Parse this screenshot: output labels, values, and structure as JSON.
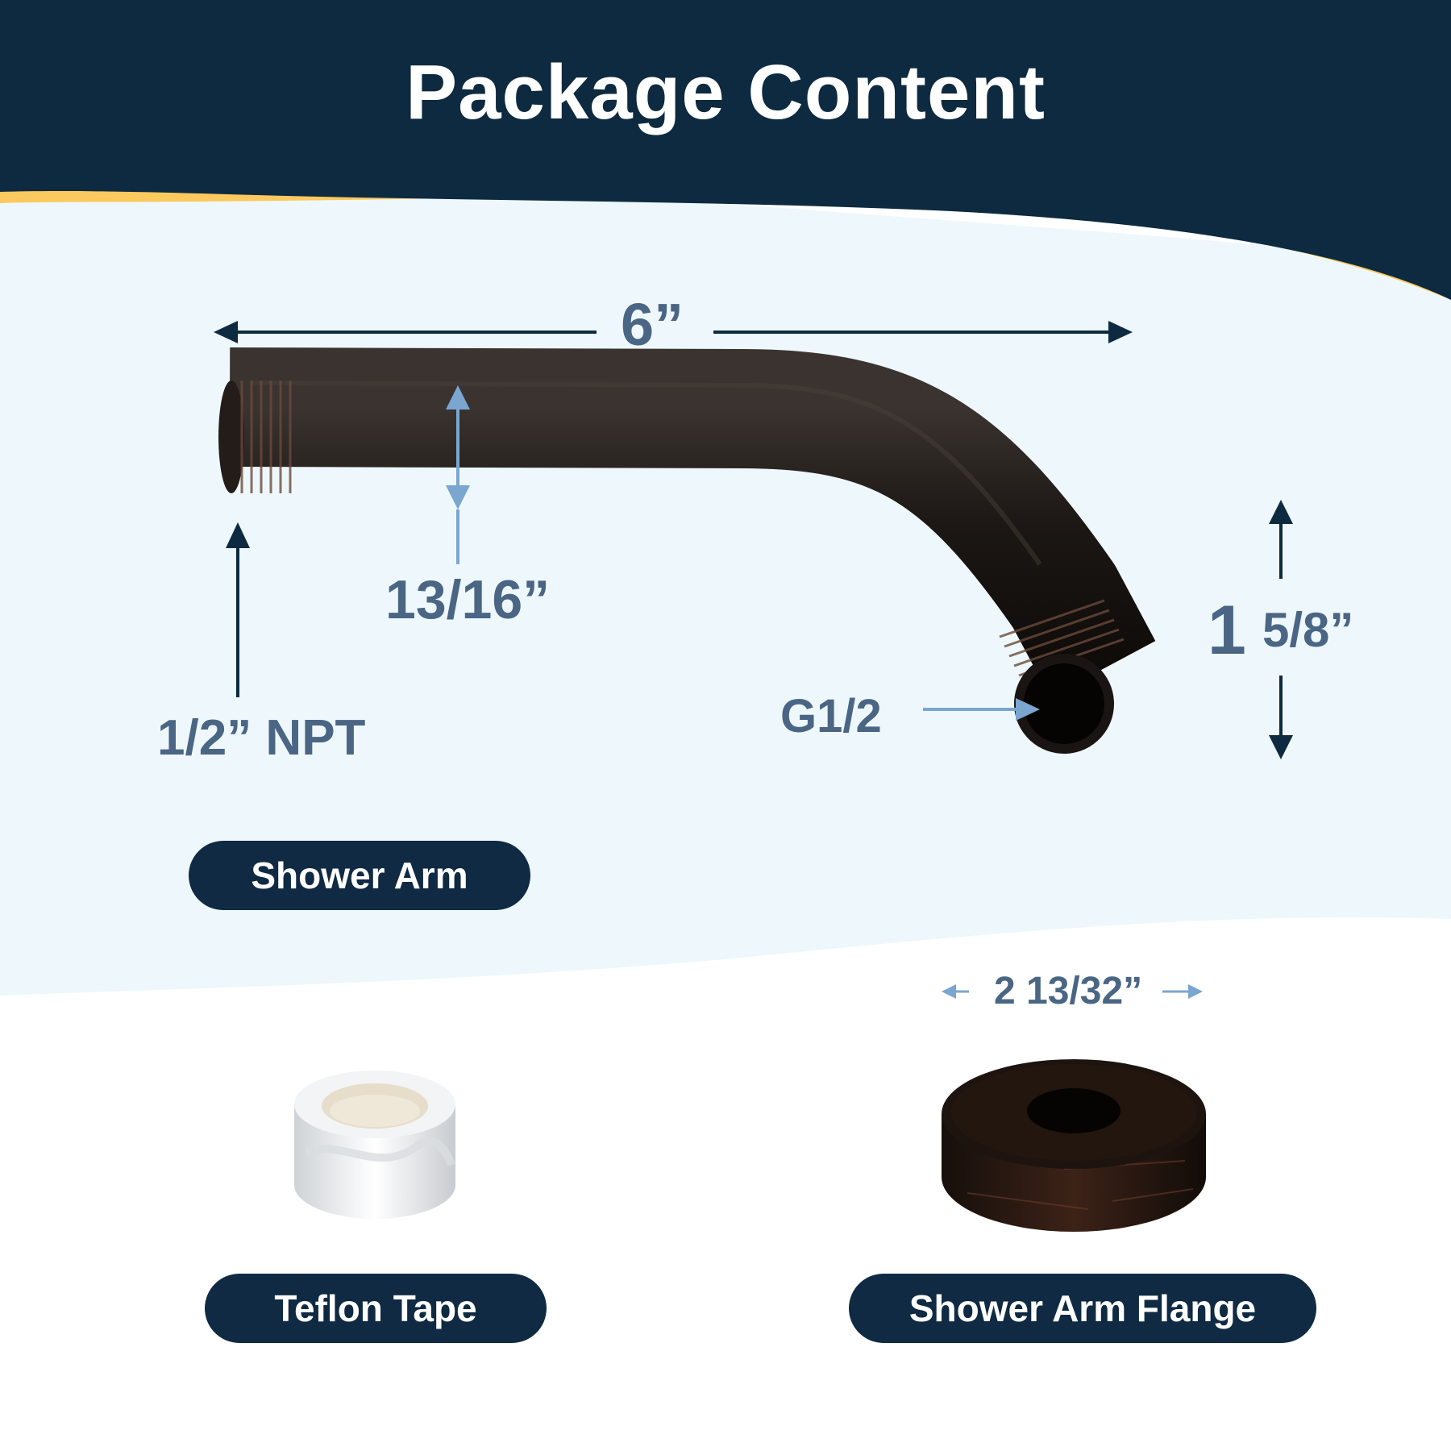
{
  "header": {
    "title": "Package Content",
    "background_color": "#0d2a40",
    "accent_color": "#fbc95d"
  },
  "shower_arm": {
    "label": "Shower Arm",
    "length": "6”",
    "diameter": "13/16”",
    "inlet_thread": "1/2” NPT",
    "outlet_thread": "G1/2",
    "drop_whole": "1",
    "drop_fraction": "5/8”",
    "finish_color": "#1d1815"
  },
  "teflon_tape": {
    "label": "Teflon Tape"
  },
  "flange": {
    "label": "Shower Arm Flange",
    "diameter": "2 13/32”"
  },
  "colors": {
    "pill": "#0f2a42",
    "dimension_text": "#4a6684",
    "arrow_dark": "#0d2a40",
    "arrow_light": "#7aa6cf",
    "band": "#eef8fc"
  }
}
